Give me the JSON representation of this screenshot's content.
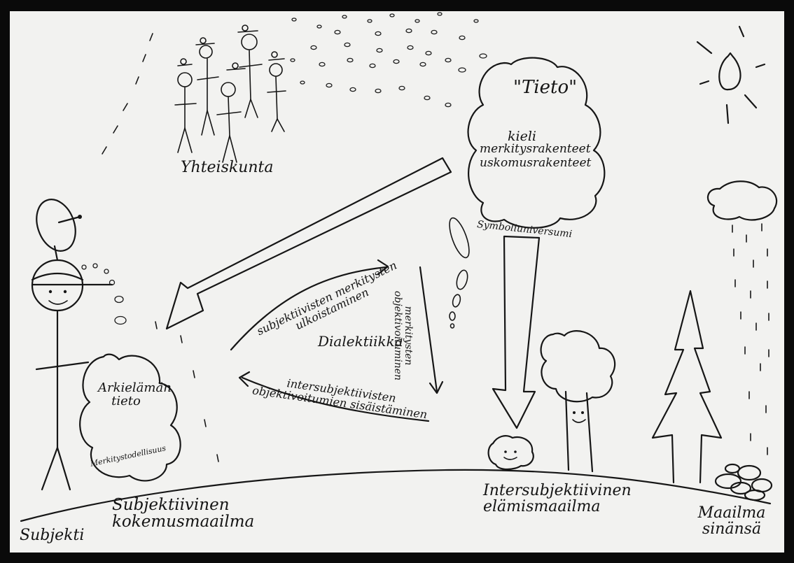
{
  "labels": {
    "society": "Yhteiskunta",
    "knowledge_cloud_title": "\"Tieto\"",
    "language": "kieli",
    "meaning_structures": "merkitysrakenteet",
    "belief_structures": "uskomusrakenteet",
    "symbolic_universe": "Symboliuniversumi",
    "everyday_knowledge": "Arkielämän tieto",
    "meaning_reality": "Merkitystodellisuus",
    "externalization": "subjektiivisten merkitysten ulkoistaminen",
    "dialectic": "Dialektiikka",
    "objectivation": "merkitysten objektivoituminen",
    "internalization": "intersubjektiivisten objektivoitumien sisäistäminen",
    "subject": "Subjekti",
    "subjective_world": "Subjektiivinen kokemusmaailma",
    "intersubjective_world": "Intersubjektiivinen elämismaailma",
    "world_in_itself": "Maailma sinänsä"
  },
  "colors": {
    "ink": "#161616",
    "paper": "#f2f2f0",
    "frame": "#0a0a0a"
  },
  "icons": [
    "stick-person-icon",
    "satellite-dish-icon",
    "sun-icon",
    "tree-icon",
    "bush-icon",
    "rock-icon",
    "cloud-icon",
    "rain-icon"
  ]
}
